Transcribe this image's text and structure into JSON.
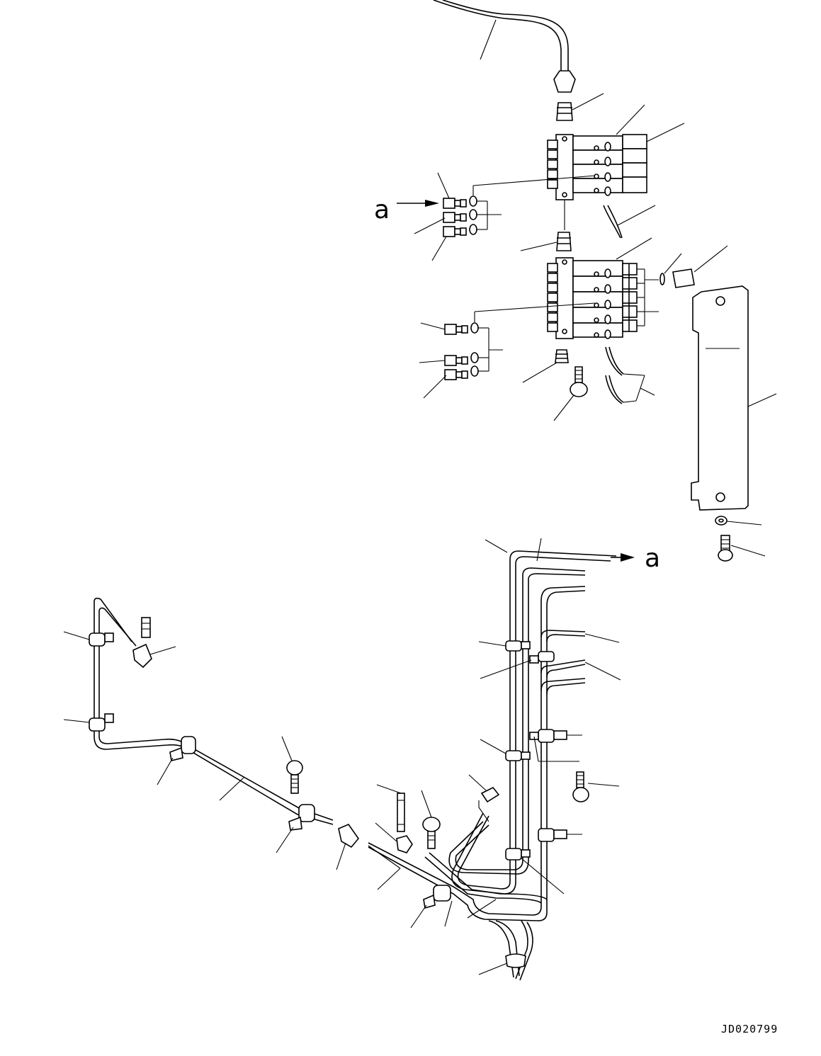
{
  "diagram": {
    "callout_letter_top": "a",
    "callout_letter_bottom": "a",
    "drawing_code": "JD020799"
  }
}
